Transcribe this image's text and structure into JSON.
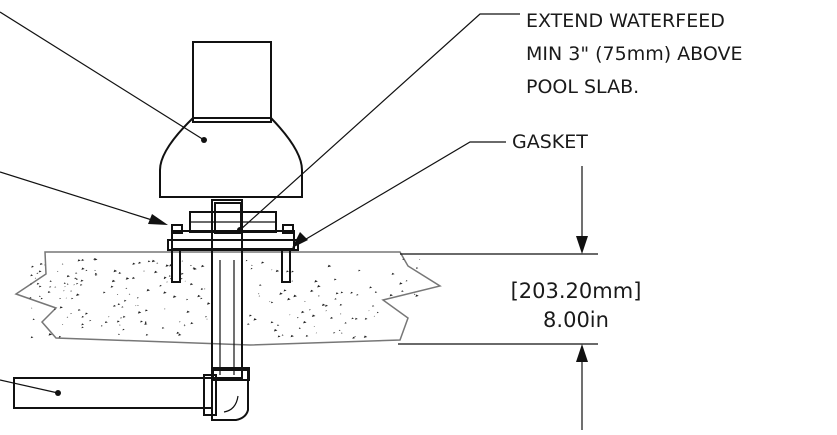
{
  "annotations": {
    "waterfeed": {
      "line1": "EXTEND WATERFEED",
      "line2": "MIN 3\" (75mm) ABOVE",
      "line3": "POOL SLAB."
    },
    "gasket": "GASKET"
  },
  "dimension": {
    "metric": "[203.20mm]",
    "imperial": "8.00in"
  },
  "colors": {
    "line": "#111111",
    "concrete_outline": "#777777",
    "aggregate": "#222222"
  }
}
